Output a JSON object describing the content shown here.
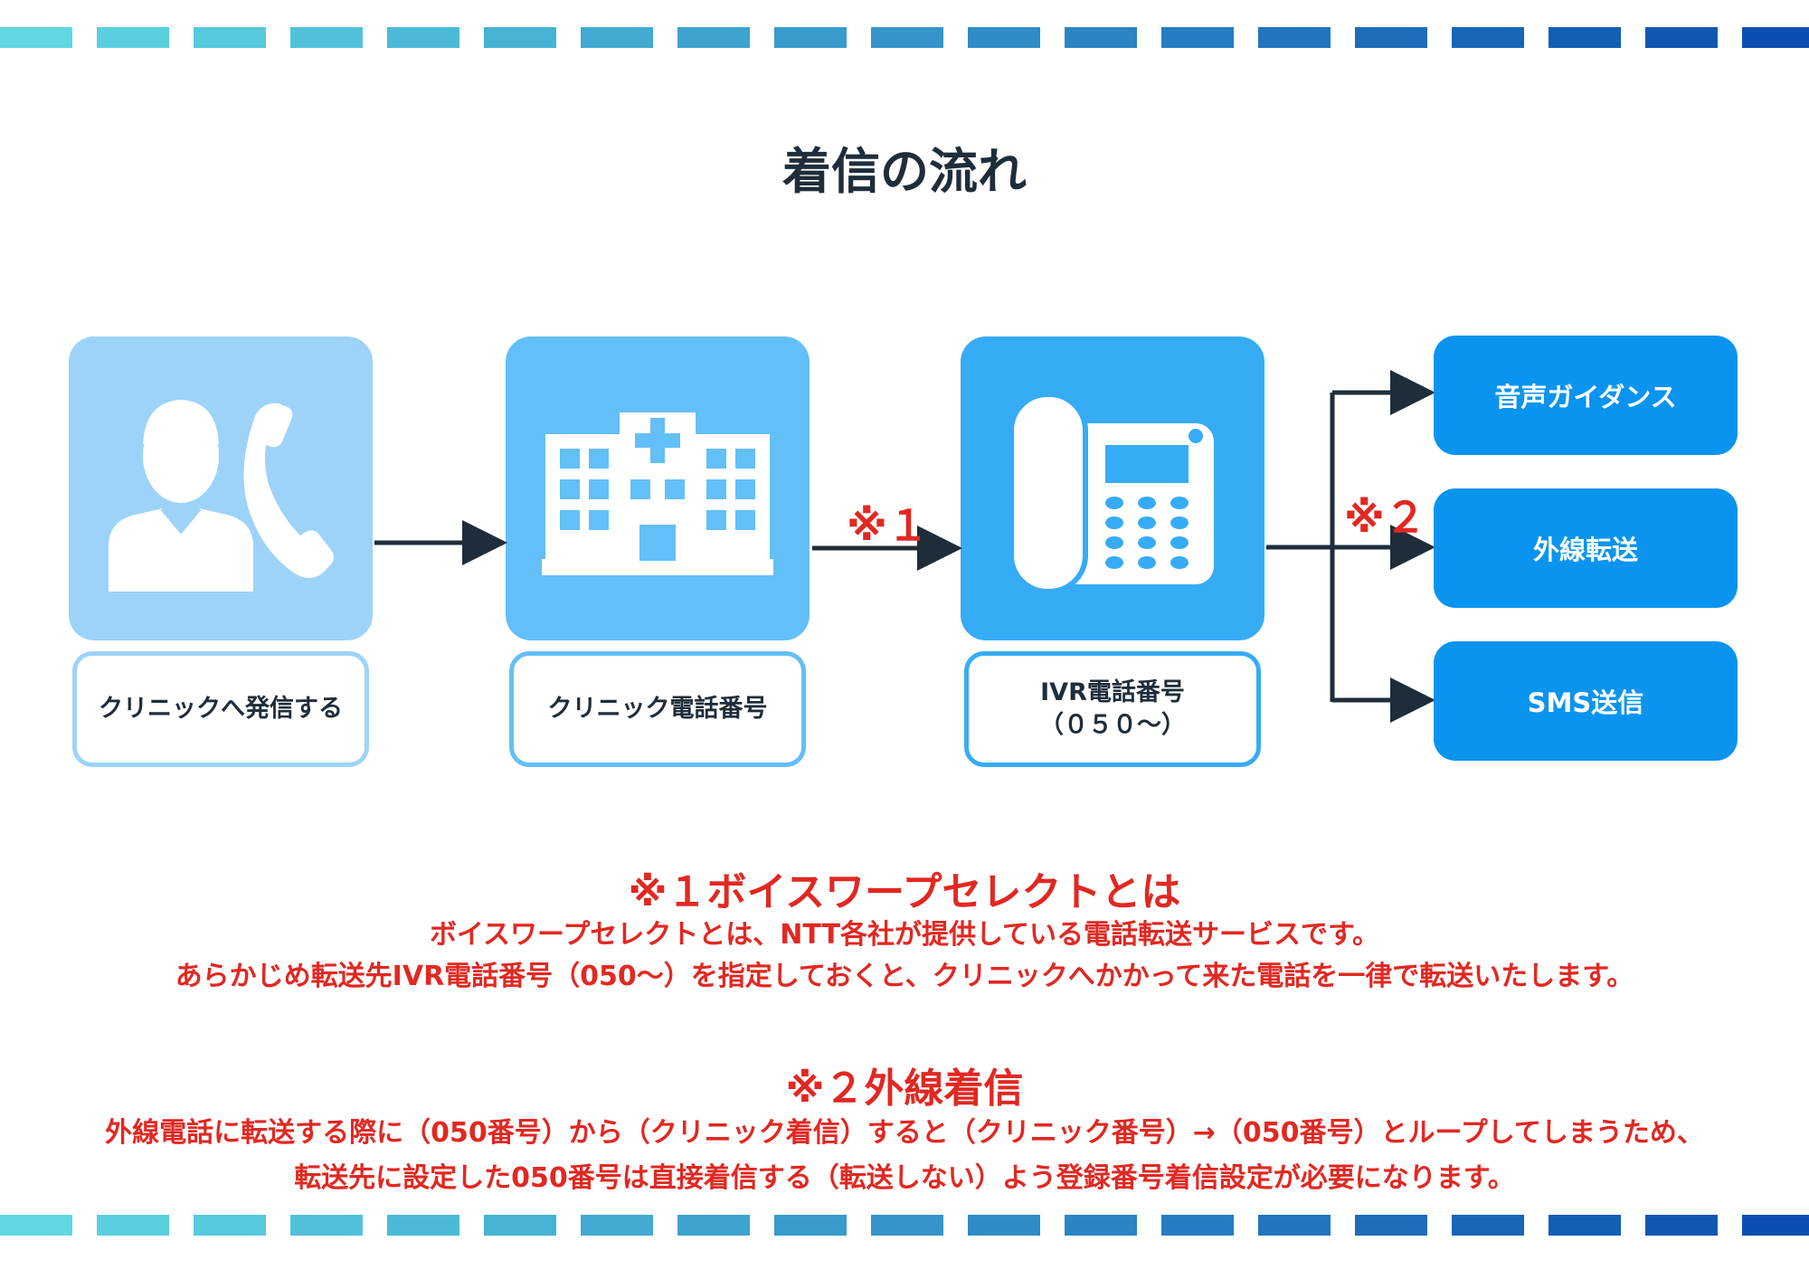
{
  "title": "着信の流れ",
  "steps": [
    {
      "label": "クリニックへ発信する",
      "icon": "caller-with-handset-icon"
    },
    {
      "label": "クリニック電話番号",
      "icon": "hospital-building-icon"
    },
    {
      "label_line1": "IVR電話番号",
      "label_line2": "（０５０〜）",
      "icon": "desk-phone-icon"
    }
  ],
  "markers": {
    "m1": "※１",
    "m2": "※２"
  },
  "destinations": [
    "音声ガイダンス",
    "外線転送",
    "SMS送信"
  ],
  "notes": [
    {
      "heading": "※１ボイスワープセレクトとは",
      "lines": [
        "ボイスワープセレクトとは、NTT各社が提供している電話転送サービスです。",
        "あらかじめ転送先IVR電話番号（050〜）を指定しておくと、クリニックへかかって来た電話を一律で転送いたします。"
      ]
    },
    {
      "heading": "※２外線着信",
      "lines": [
        "外線電話に転送する際に（050番号）から（クリニック着信）すると（クリニック番号）→（050番号）とループしてしまうため、",
        "転送先に設定した050番号は直接着信する（転送しない）よう登録番号着信設定が必要になります。"
      ]
    }
  ],
  "colors": {
    "tile1": "#9dd3f8",
    "tile2": "#63bff8",
    "tile3": "#36abf6",
    "destination": "#0a94f0",
    "accent_red": "#e12822",
    "text_dark": "#1f2d3a",
    "dash_start": "#5fd8e2",
    "dash_end": "#0a4fb0"
  }
}
